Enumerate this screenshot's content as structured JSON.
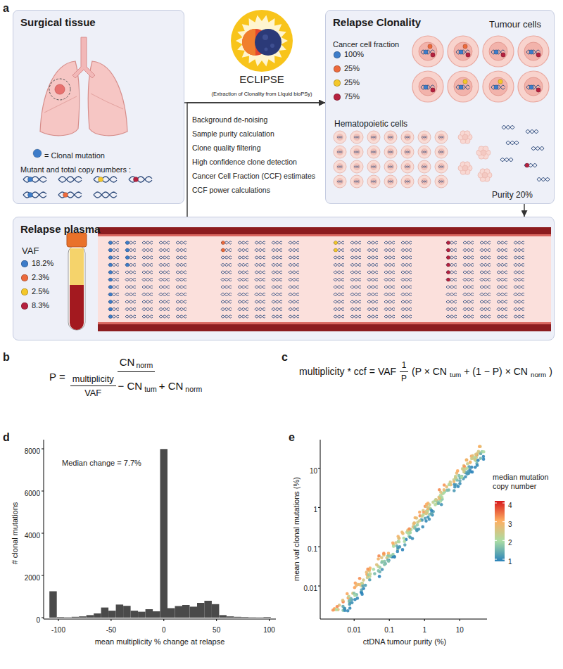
{
  "diagram": {
    "nodes": [
      {
        "text": [
          "Surgical tissue",
          "= Clonal mutation",
          "Mutant and total copy numbers :"
        ]
      },
      {
        "text": [
          "Relapse Clonality",
          "Tumour cells",
          "Cancer cell fraction",
          "Hematopoietic cells",
          "Purity 20%"
        ]
      },
      {
        "text": [
          "Relapse plasma",
          "VAF"
        ]
      }
    ],
    "edges": [
      {
        "from": 0,
        "to": 1,
        "arrow": "to"
      },
      {
        "from": 2,
        "to": 1,
        "arrow": "to"
      },
      {
        "from": 1,
        "to": 2,
        "arrow": "to"
      }
    ],
    "labels": [
      "a",
      "ECLIPSE",
      "(Extraction of Clonality from LIquid bioPSy)",
      "Background de-noising",
      "Sample purity calculation",
      "Clone quality filtering",
      "High confidence clone detection",
      "Cancer Cell Fraction (CCF) estimates",
      "CCF power calculations",
      "b",
      "P",
      "=",
      "CN",
      "norm",
      "multiplicity",
      "VAF",
      "− CN",
      "tum",
      "+ CN",
      "norm",
      "c",
      "multiplicity * ccf",
      "=",
      "VAF",
      "1",
      "P",
      "(P × CN",
      "tum",
      "+ (1 − P) × CN",
      "norm",
      ")",
      "d",
      "Median change = 7.7%",
      "0",
      "2000",
      "4000",
      "6000",
      "8000",
      "# clonal mutations",
      "-100",
      "-50",
      "0",
      "50",
      "100",
      "mean multiplicity % change at relapse",
      "e",
      "10",
      "1",
      "0.1",
      "0.01",
      "mean vaf clonal mutations (%)",
      "0.01",
      "0.1",
      "1",
      "10",
      "ctDNA tumour purity (%)",
      "median mutation copy number",
      "4",
      "3",
      "2",
      "1"
    ],
    "legend": [
      {
        "text": "100%",
        "color": "#3d7cc9"
      },
      {
        "text": "25%",
        "color": "#ec6a3c"
      },
      {
        "text": "25%",
        "color": "#f4c72a"
      },
      {
        "text": "75%",
        "color": "#b5213f"
      },
      {
        "text": "18.2%",
        "color": "#3d7cc9"
      },
      {
        "text": "2.3%",
        "color": "#ec6a3c"
      },
      {
        "text": "2.5%",
        "color": "#f4c72a"
      },
      {
        "text": "8.3%",
        "color": "#b5213f"
      }
    ]
  }
}
